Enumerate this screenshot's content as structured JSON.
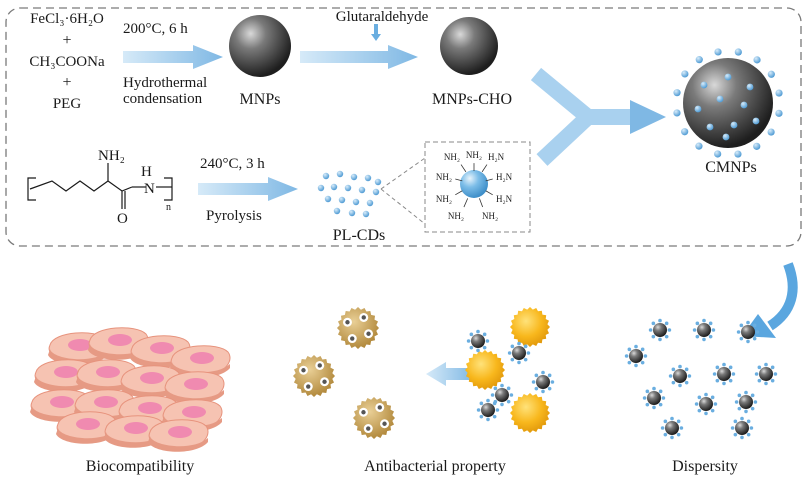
{
  "reactants": {
    "line1": "FeCl₃·6H₂O",
    "plus1": "+",
    "line2": "CH₃COONa",
    "plus2": "+",
    "line3": "PEG"
  },
  "step1": {
    "condition": "200°C, 6 h",
    "method_line1": "Hydrothermal",
    "method_line2": "condensation"
  },
  "mnps_label": "MNPs",
  "glutaraldehyde_label": "Glutaraldehyde",
  "mnps_cho_label": "MNPs-CHO",
  "polylysine": {
    "nh2": "NH₂",
    "h": "H",
    "n_atom": "N",
    "o_atom": "O",
    "n_sub": "n"
  },
  "step2": {
    "condition": "240°C, 3 h",
    "method": "Pyrolysis"
  },
  "plcds_label": "PL-CDs",
  "cd_groups": [
    "NH₂",
    "NH₂",
    "H₂N",
    "NH₂",
    "H₂N",
    "NH₂",
    "H₂N",
    "NH₂",
    "NH₂"
  ],
  "cmnps_label": "CMNPs",
  "outcomes": {
    "biocompatibility": "Biocompatibility",
    "antibacterial": "Antibacterial property",
    "dispersity": "Dispersity"
  },
  "colors": {
    "arrow": "#8cc0e6",
    "curved_arrow": "#5aa6df",
    "dot": "#6aaee0",
    "sphere_dark": "#3a3a3a",
    "bacteria": "#f6b51a",
    "dead_bacteria": "#c19a4a",
    "cell": "#f3b3a0",
    "nucleus": "#f08ab0",
    "frame": "#7a7a7a"
  }
}
